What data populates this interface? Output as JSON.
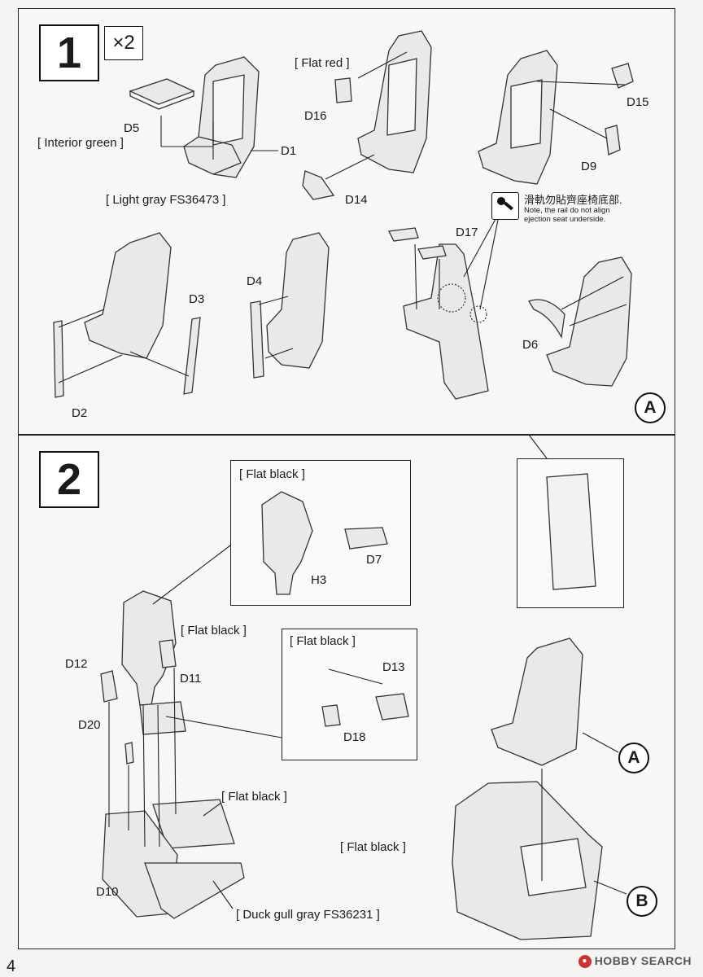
{
  "step1": {
    "number": "1",
    "quantity": "×2",
    "labels": {
      "d5": "D5",
      "interior_green": "[ Interior green ]",
      "d1": "D1",
      "light_gray": "[ Light gray FS36473 ]",
      "flat_red": "[ Flat red ]",
      "d16": "D16",
      "d14": "D14",
      "d15": "D15",
      "d9": "D9",
      "d3": "D3",
      "d2": "D2",
      "d4": "D4",
      "d17": "D17",
      "d6": "D6"
    },
    "note": {
      "icon": "caution-glue-icon",
      "jp": "滑軌勿貼齊座椅底部.",
      "en_line1": "Note, the rail do not align",
      "en_line2": "ejection seat underside."
    },
    "ref_a": "A"
  },
  "step2": {
    "number": "2",
    "labels": {
      "flat_black_top": "[ Flat black ]",
      "d7": "D7",
      "h3": "H3",
      "flat_black_d11": "[ Flat black ]",
      "d11": "D11",
      "d12": "D12",
      "flat_black_d13": "[ Flat black ]",
      "d13": "D13",
      "d18": "D18",
      "d20": "D20",
      "flat_black_console": "[ Flat black ]",
      "d10": "D10",
      "duck_gull": "[ Duck gull gray FS36231 ]",
      "flat_black_right": "[ Flat black ]"
    },
    "ref_a": "A",
    "ref_b": "B"
  },
  "footer": {
    "page_number": "4",
    "watermark": "HOBBY SEARCH"
  }
}
